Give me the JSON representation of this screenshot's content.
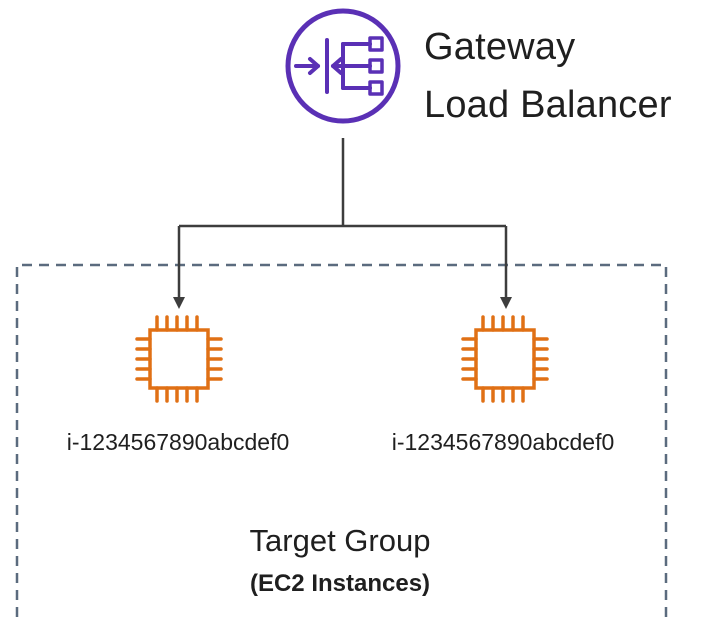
{
  "gateway": {
    "label_line1": "Gateway",
    "label_line2": "Load Balancer",
    "icon": "gateway-load-balancer-icon",
    "color": "#5a30b5"
  },
  "instances": [
    {
      "id_label": "i-1234567890abcdef0",
      "icon": "ec2-instance-chip-icon"
    },
    {
      "id_label": "i-1234567890abcdef0",
      "icon": "ec2-instance-chip-icon"
    }
  ],
  "target_group": {
    "title": "Target Group",
    "subtitle": "(EC2 Instances)",
    "border_color": "#5b6b7e"
  },
  "colors": {
    "chip": "#e07015",
    "connector": "#3d3d3d"
  }
}
